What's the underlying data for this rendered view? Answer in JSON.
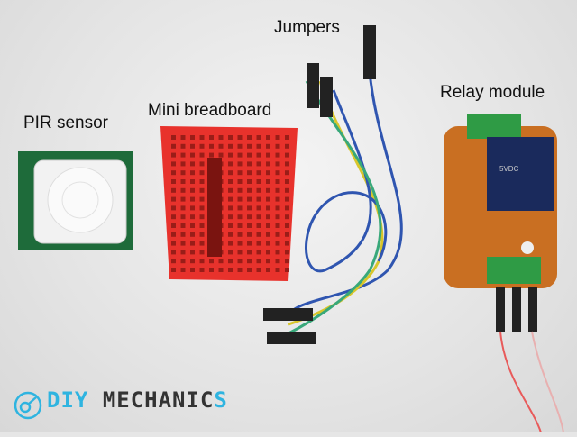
{
  "labels": {
    "pir": "PIR sensor",
    "breadboard": "Mini breadboard",
    "jumpers": "Jumpers",
    "relay": "Relay module"
  },
  "logo": {
    "diy": "DIY",
    "mechanics": "MECHANIC",
    "s": "S",
    "accent_color": "#2fb4e0"
  },
  "relay_marking": "5VDC"
}
